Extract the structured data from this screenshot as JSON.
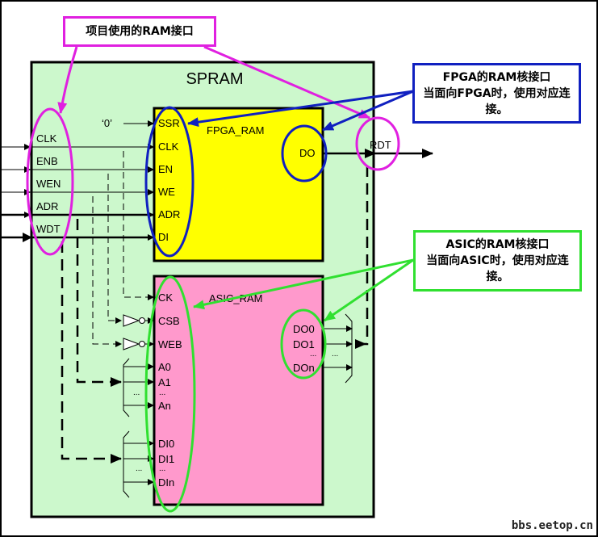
{
  "spram": {
    "title": "SPRAM"
  },
  "callouts": {
    "project": "项目使用的RAM接口",
    "fpga": {
      "line1": "FPGA的RAM核接口",
      "line2": "当面向FPGA时，使用对应连",
      "line3": "接。"
    },
    "asic": {
      "line1": "ASIC的RAM核接口",
      "line2": "当面向ASIC时，使用对应连",
      "line3": "接。"
    }
  },
  "project_ports": [
    "CLK",
    "ENB",
    "WEN",
    "ADR",
    "WDT"
  ],
  "output_port": "RDT",
  "constant_input": "‘0’",
  "fpga_ram": {
    "name": "FPGA_RAM",
    "inputs": [
      "SSR",
      "CLK",
      "EN",
      "WE",
      "ADR",
      "DI"
    ],
    "output": "DO"
  },
  "asic_ram": {
    "name": "ASIC_RAM",
    "inputs": [
      "CK",
      "CSB",
      "WEB",
      "A0",
      "A1",
      "...",
      "An",
      "DI0",
      "DI1",
      "...",
      "DIn"
    ],
    "outputs": [
      "DO0",
      "DO1",
      "...",
      "DOn"
    ],
    "bus_ellipsis": "..."
  },
  "colors": {
    "spram_fill": "#ccf8cc",
    "fpga_fill": "#ffff00",
    "asic_fill": "#ff99cc",
    "project_highlight": "#e020e0",
    "fpga_highlight": "#1020c0",
    "asic_highlight": "#30e030"
  },
  "watermark": "bbs.eetop.cn"
}
